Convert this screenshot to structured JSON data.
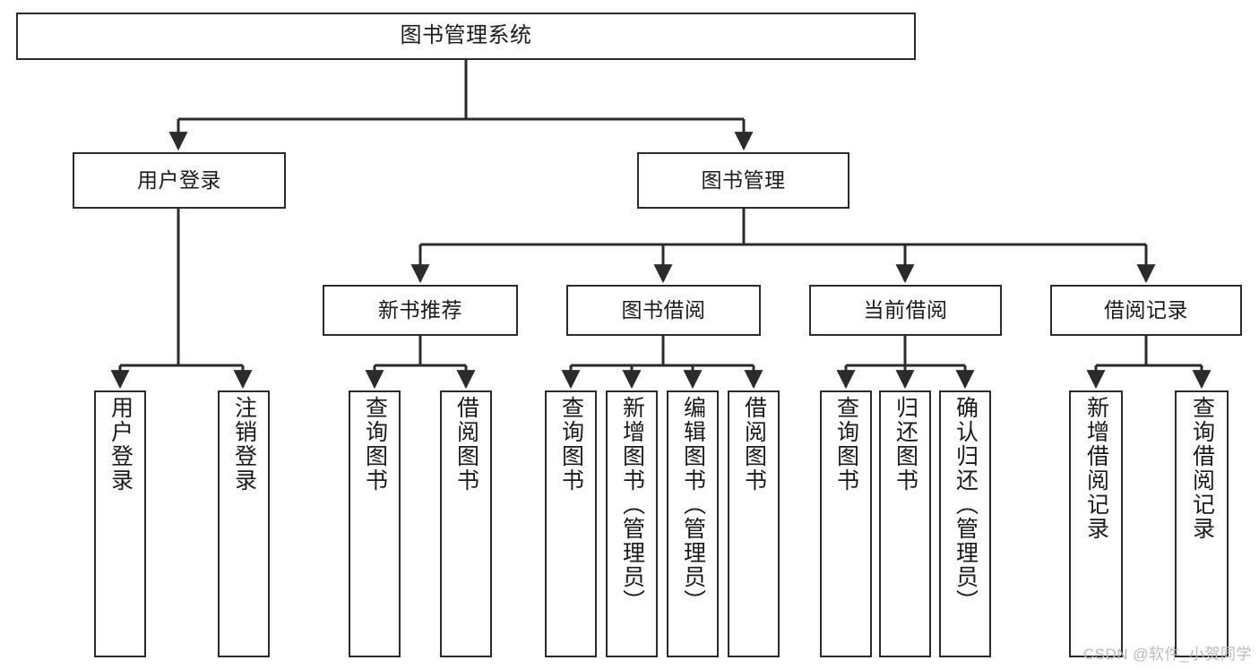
{
  "diagram": {
    "title": "图书管理系统",
    "watermark": "CSDN @软件_小贺同学",
    "colors": {
      "box_border": "#2b2b2b",
      "box_fill": "#ffffff",
      "edge": "#2b2b2b",
      "text": "#1a1a1a",
      "watermark": "#b9b9b9"
    },
    "nodes": {
      "root": {
        "label": "图书管理系统"
      },
      "level2": [
        {
          "id": "user-login",
          "label": "用户登录"
        },
        {
          "id": "book-manage",
          "label": "图书管理"
        }
      ],
      "level3": [
        {
          "id": "new-book-recommend",
          "label": "新书推荐"
        },
        {
          "id": "book-borrow",
          "label": "图书借阅"
        },
        {
          "id": "current-borrow",
          "label": "当前借阅"
        },
        {
          "id": "borrow-record",
          "label": "借阅记录"
        }
      ],
      "leaves": {
        "user_login": [
          {
            "id": "leaf-user-login",
            "label": "用户登录"
          },
          {
            "id": "leaf-logout-login",
            "label": "注销登录"
          }
        ],
        "new_book_recommend": [
          {
            "id": "leaf-query-book-1",
            "label": "查询图书"
          },
          {
            "id": "leaf-borrow-book-1",
            "label": "借阅图书"
          }
        ],
        "book_borrow": [
          {
            "id": "leaf-query-book-2",
            "label": "查询图书"
          },
          {
            "id": "leaf-add-book",
            "label": "新增图书（管理员）"
          },
          {
            "id": "leaf-edit-book",
            "label": "编辑图书（管理员）"
          },
          {
            "id": "leaf-borrow-book-2",
            "label": "借阅图书"
          }
        ],
        "current_borrow": [
          {
            "id": "leaf-query-book-3",
            "label": "查询图书"
          },
          {
            "id": "leaf-return-book",
            "label": "归还图书"
          },
          {
            "id": "leaf-confirm-return",
            "label": "确认归还（管理员）"
          }
        ],
        "borrow_record": [
          {
            "id": "leaf-add-record",
            "label": "新增借阅记录"
          },
          {
            "id": "leaf-query-record",
            "label": "查询借阅记录"
          }
        ]
      }
    }
  }
}
